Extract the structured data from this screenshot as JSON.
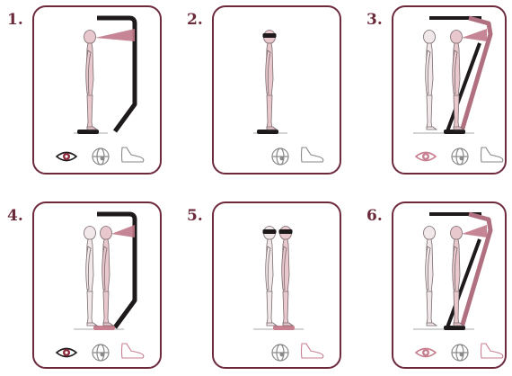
{
  "panels": [
    {
      "number": "1.",
      "figures": 1,
      "eye": "dark",
      "head": "plain",
      "beam": true,
      "tilted": false,
      "platform": "dark",
      "foot": "gray"
    },
    {
      "number": "2.",
      "figures": 1,
      "eye": "none",
      "head": "band",
      "beam": false,
      "tilted": false,
      "platform": "dark",
      "foot": "gray"
    },
    {
      "number": "3.",
      "figures": 2,
      "eye": "pink",
      "head": "plain",
      "beam": true,
      "tilted": true,
      "platform": "dark",
      "foot": "gray"
    },
    {
      "number": "4.",
      "figures": 2,
      "eye": "dark",
      "head": "plain",
      "beam": true,
      "tilted": false,
      "platform": "pink",
      "foot": "pink"
    },
    {
      "number": "5.",
      "figures": 2,
      "eye": "none",
      "head": "band",
      "beam": false,
      "tilted": false,
      "platform": "pink",
      "foot": "pink"
    },
    {
      "number": "6.",
      "figures": 2,
      "eye": "pink",
      "head": "plain",
      "beam": true,
      "tilted": true,
      "platform": "dark",
      "foot": "pink"
    }
  ],
  "colors": {
    "border": "#6e2a3c",
    "number": "#6b2a3a",
    "frame": "#1e1a1c",
    "frame_pink": "#b07080",
    "figure": "#e8c8cc",
    "figure_light": "#f1e8ea",
    "figure_stroke": "#7a6a6e",
    "beam": "#c07888",
    "pink": "#c87f90",
    "gray": "#8a8a8a"
  },
  "icons": {
    "eye": "eye-icon",
    "balance": "inner-ear-icon",
    "foot": "foot-icon"
  }
}
